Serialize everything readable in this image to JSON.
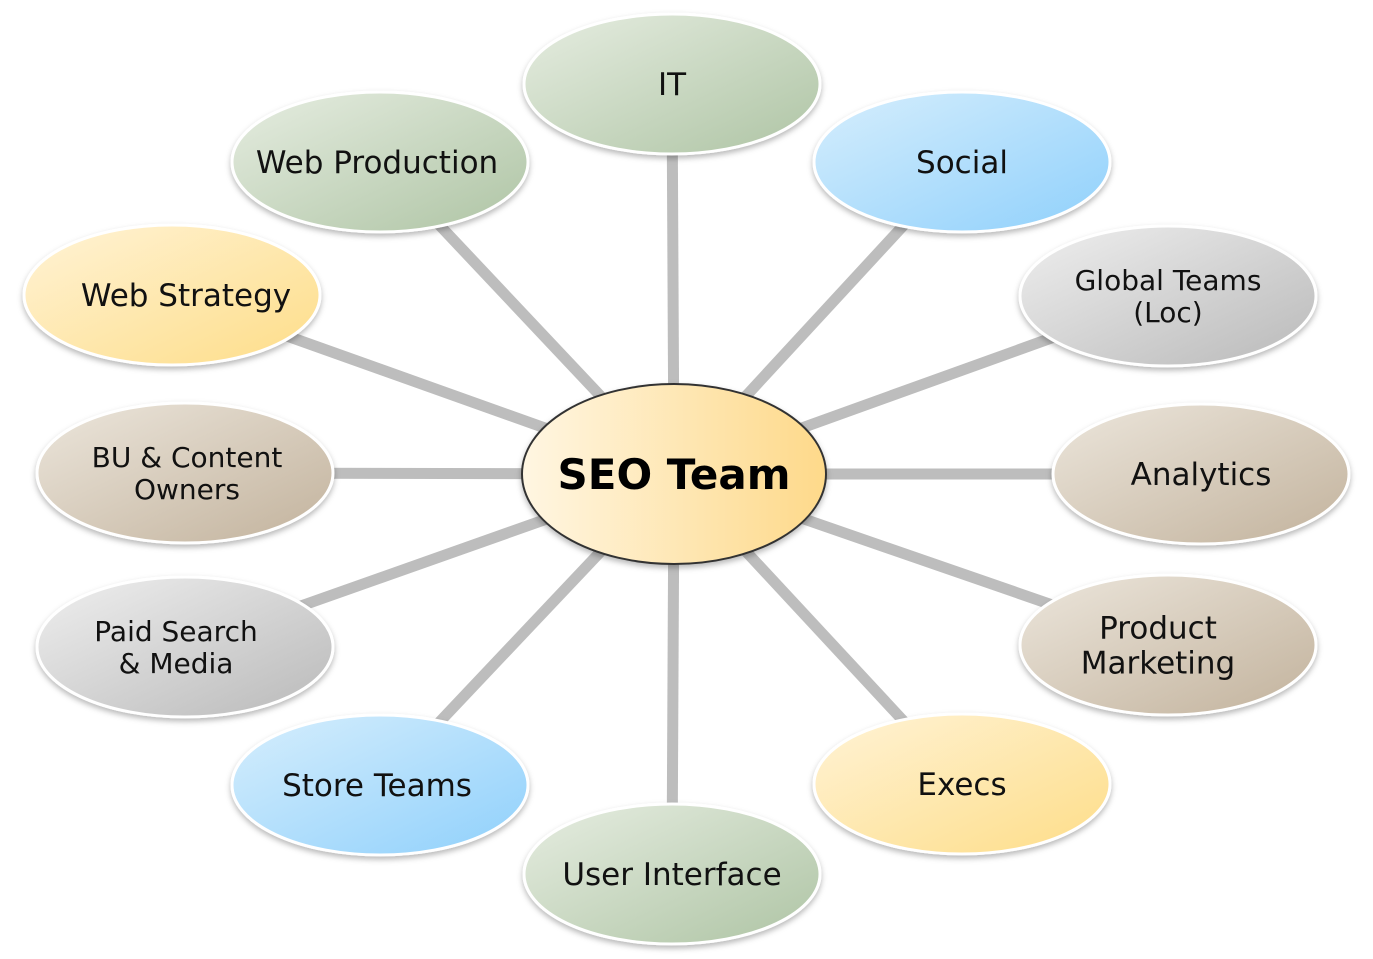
{
  "hub": {
    "label": "SEO Team"
  },
  "nodes": [
    {
      "id": "it",
      "lines": [
        "IT"
      ],
      "color": "green"
    },
    {
      "id": "social",
      "lines": [
        "Social"
      ],
      "color": "blue"
    },
    {
      "id": "global-teams",
      "lines": [
        "Global Teams",
        "(Loc)"
      ],
      "color": "gray"
    },
    {
      "id": "analytics",
      "lines": [
        "Analytics"
      ],
      "color": "tan"
    },
    {
      "id": "product-marketing",
      "lines": [
        "Product",
        "Marketing"
      ],
      "color": "tan"
    },
    {
      "id": "execs",
      "lines": [
        "Execs"
      ],
      "color": "yellow"
    },
    {
      "id": "user-interface",
      "lines": [
        "User Interface"
      ],
      "color": "green"
    },
    {
      "id": "store-teams",
      "lines": [
        "Store Teams"
      ],
      "color": "blue"
    },
    {
      "id": "paid-search",
      "lines": [
        "Paid Search",
        "& Media"
      ],
      "color": "gray"
    },
    {
      "id": "bu-content",
      "lines": [
        "BU & Content",
        "Owners"
      ],
      "color": "tan"
    },
    {
      "id": "web-strategy",
      "lines": [
        "Web Strategy"
      ],
      "color": "yellow"
    },
    {
      "id": "web-production",
      "lines": [
        "Web Production"
      ],
      "color": "green"
    }
  ],
  "palette": {
    "green": [
      "#e6ede1",
      "#aec4a4"
    ],
    "blue": [
      "#d6eefd",
      "#8fd0fb"
    ],
    "gray": [
      "#efefef",
      "#b9b9b9"
    ],
    "tan": [
      "#ece6dc",
      "#c2b29c"
    ],
    "yellow": [
      "#fff3d6",
      "#fedd88"
    ],
    "hub": [
      "#fff6e2",
      "#fed98a"
    ],
    "connector": "#bdbdbd"
  }
}
